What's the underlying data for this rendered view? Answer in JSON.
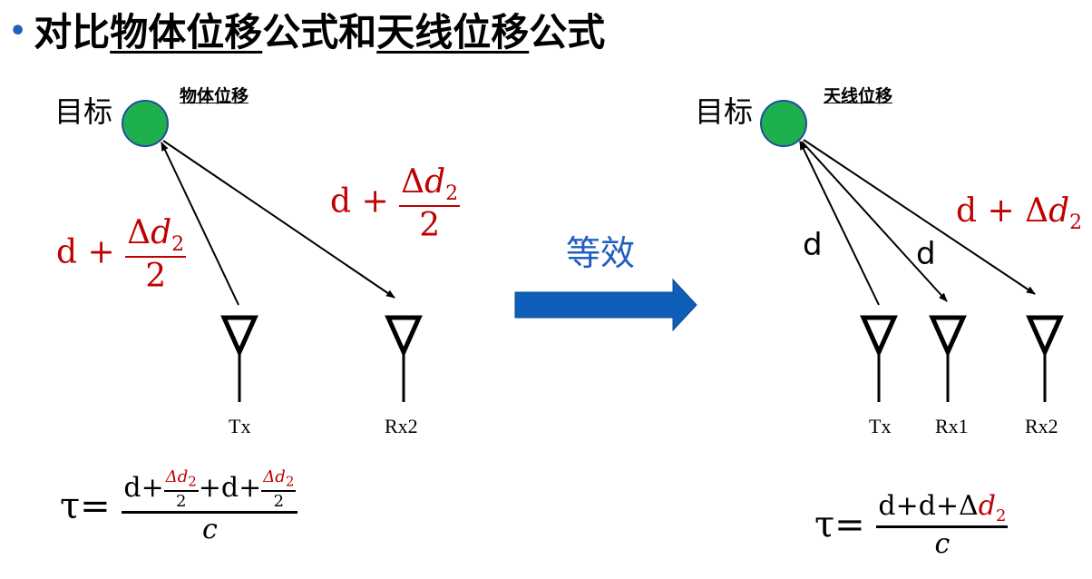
{
  "title": {
    "bullet": "•",
    "part1": "对比",
    "part2": "物体位移",
    "part3": "公式和",
    "part4": "天线位移",
    "part5": "公式"
  },
  "left": {
    "target_label": "目标",
    "sub_label": "物体位移",
    "tx_label": "Tx",
    "rx2_label": "Rx2",
    "path_tx": {
      "d": "d",
      "plus": "+",
      "num_delta": "Δ",
      "num_d": "d",
      "num_sub": "2",
      "den": "2"
    },
    "path_rx2": {
      "d": "d",
      "plus": "+",
      "num_delta": "Δ",
      "num_d": "d",
      "num_sub": "2",
      "den": "2"
    },
    "formula": {
      "tau": "τ=",
      "n1": "d+",
      "f1_num": "Δd",
      "f1_sub": "2",
      "f1_den": "2",
      "n2": "+d+",
      "f2_num": "Δd",
      "f2_sub": "2",
      "f2_den": "2",
      "den": "c"
    }
  },
  "middle": {
    "equivalent_label": "等效"
  },
  "right": {
    "target_label": "目标",
    "sub_label": "天线位移",
    "tx_label": "Tx",
    "rx1_label": "Rx1",
    "rx2_label": "Rx2",
    "d_tx": "d",
    "d_rx1": "d",
    "path_rx2": {
      "d": "d",
      "plus": "+",
      "delta": "Δ",
      "d2": "d",
      "sub": "2"
    },
    "formula": {
      "tau": "τ=",
      "num": "d+d+Δ",
      "num_d": "d",
      "num_sub": "2",
      "den": "c"
    }
  },
  "colors": {
    "target_fill": "#1fb04e",
    "target_stroke": "#1f4e9b",
    "red": "#c00000",
    "arrow_blue": "#0f5eb8",
    "equiv_text": "#1f5fbf"
  }
}
